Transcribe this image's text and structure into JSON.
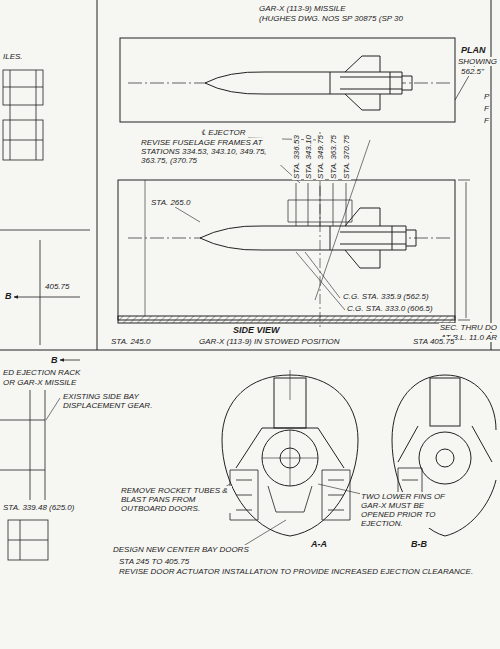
{
  "diagram": {
    "labels": [
      "GAR-X (113-9) MISSILE",
      "(HUGHES DWG. NOS SP 30875 (SP 30",
      "PLAN",
      "SHOWING",
      "562.5\"",
      "P",
      "F",
      "F",
      "ILES.",
      "℄ EJECTOR",
      "REVISE FUSELAGE FRAMES AT STATIONS 334.53, 343.10, 349.75, 363.75, (370.75",
      "STA. 336.53",
      "STA. 343.10",
      "STA. 349.75",
      "STA. 363.75",
      "STA. 370.75",
      "STA. 265.0",
      "C.G. STA. 335.9 (562.5)",
      "C.G. STA. 333.0 (606.5)",
      "SEC. THRU DO",
      "AT B.L. 11.0 AR",
      "SIDE VIEW",
      "GAR-X (113-9) IN STOWED POSITION",
      "STA. 245.0",
      "STA 405.75",
      "405.75",
      "B",
      "B",
      "ED EJECTION RACK",
      "OR GAR-X MISSILE",
      "EXISTING SIDE BAY DISPLACEMENT GEAR.",
      "STA. 339.48 (625.0)",
      "REMOVE ROCKET TUBES & BLAST PANS FROM OUTBOARD DOORS.",
      "A-A",
      "TWO LOWER FINS OF GAR-X MUST BE OPENED PRIOR TO EJECTION.",
      "B-B",
      "DESIGN NEW CENTER BAY DOORS",
      "STA 245 TO 405.75",
      "REVISE DOOR ACTUATOR INSTALLATION TO PROVIDE INCREASED EJECTION CLEARANCE."
    ]
  }
}
